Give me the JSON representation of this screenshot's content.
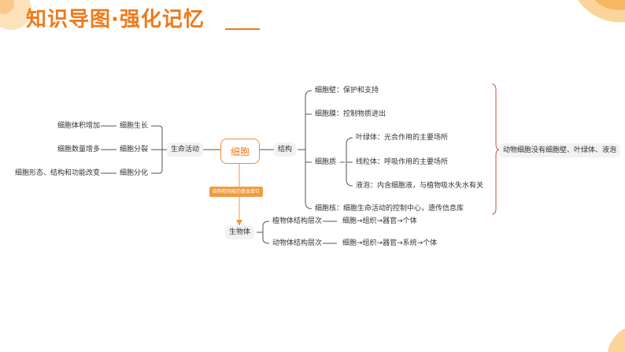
{
  "title": "知识导图·强化记忆",
  "center": "细胞",
  "life_activity": {
    "label": "生命活动",
    "items": [
      {
        "process": "细胞生长",
        "result": "细胞体积增加"
      },
      {
        "process": "细胞分裂",
        "result": "细胞数量增多"
      },
      {
        "process": "细胞分化",
        "result": "细胞形态、结构和功能改变"
      }
    ]
  },
  "structure": {
    "label": "结构",
    "items": {
      "wall": "细胞壁：保护和支持",
      "membrane": "细胞膜：控制物质进出",
      "cytoplasm": {
        "label": "细胞质",
        "children": [
          "叶绿体：光合作用的主要场所",
          "线粒体：呼吸作用的主要场所",
          "液泡：内含细胞液，与植物吸水失水有关"
        ]
      },
      "nucleus": "细胞核：细胞生命活动的控制中心，遗传信息库"
    },
    "note": "动物细胞没有细胞壁、叶绿体、液泡"
  },
  "organism": {
    "link_label": "结构和功能的基本单位",
    "label": "生物体",
    "items": [
      {
        "name": "植物体结构层次",
        "levels": "细胞→组织→器官→个体"
      },
      {
        "name": "动物体结构层次",
        "levels": "细胞→组织→器官→系统→个体"
      }
    ]
  },
  "colors": {
    "accent": "#f07a1a",
    "arrow": "#f39a3d",
    "note_brace": "#c0504d",
    "decoration": "#fbd49a"
  }
}
